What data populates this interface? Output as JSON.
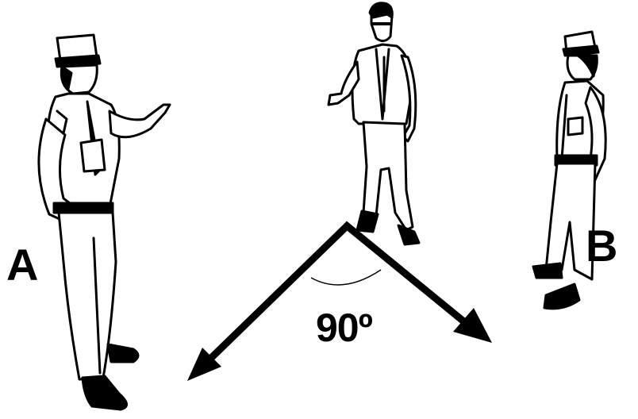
{
  "labels": {
    "person_a": "A",
    "person_b": "B",
    "angle": "90º"
  },
  "colors": {
    "ink": "#000000",
    "paper": "#ffffff"
  }
}
